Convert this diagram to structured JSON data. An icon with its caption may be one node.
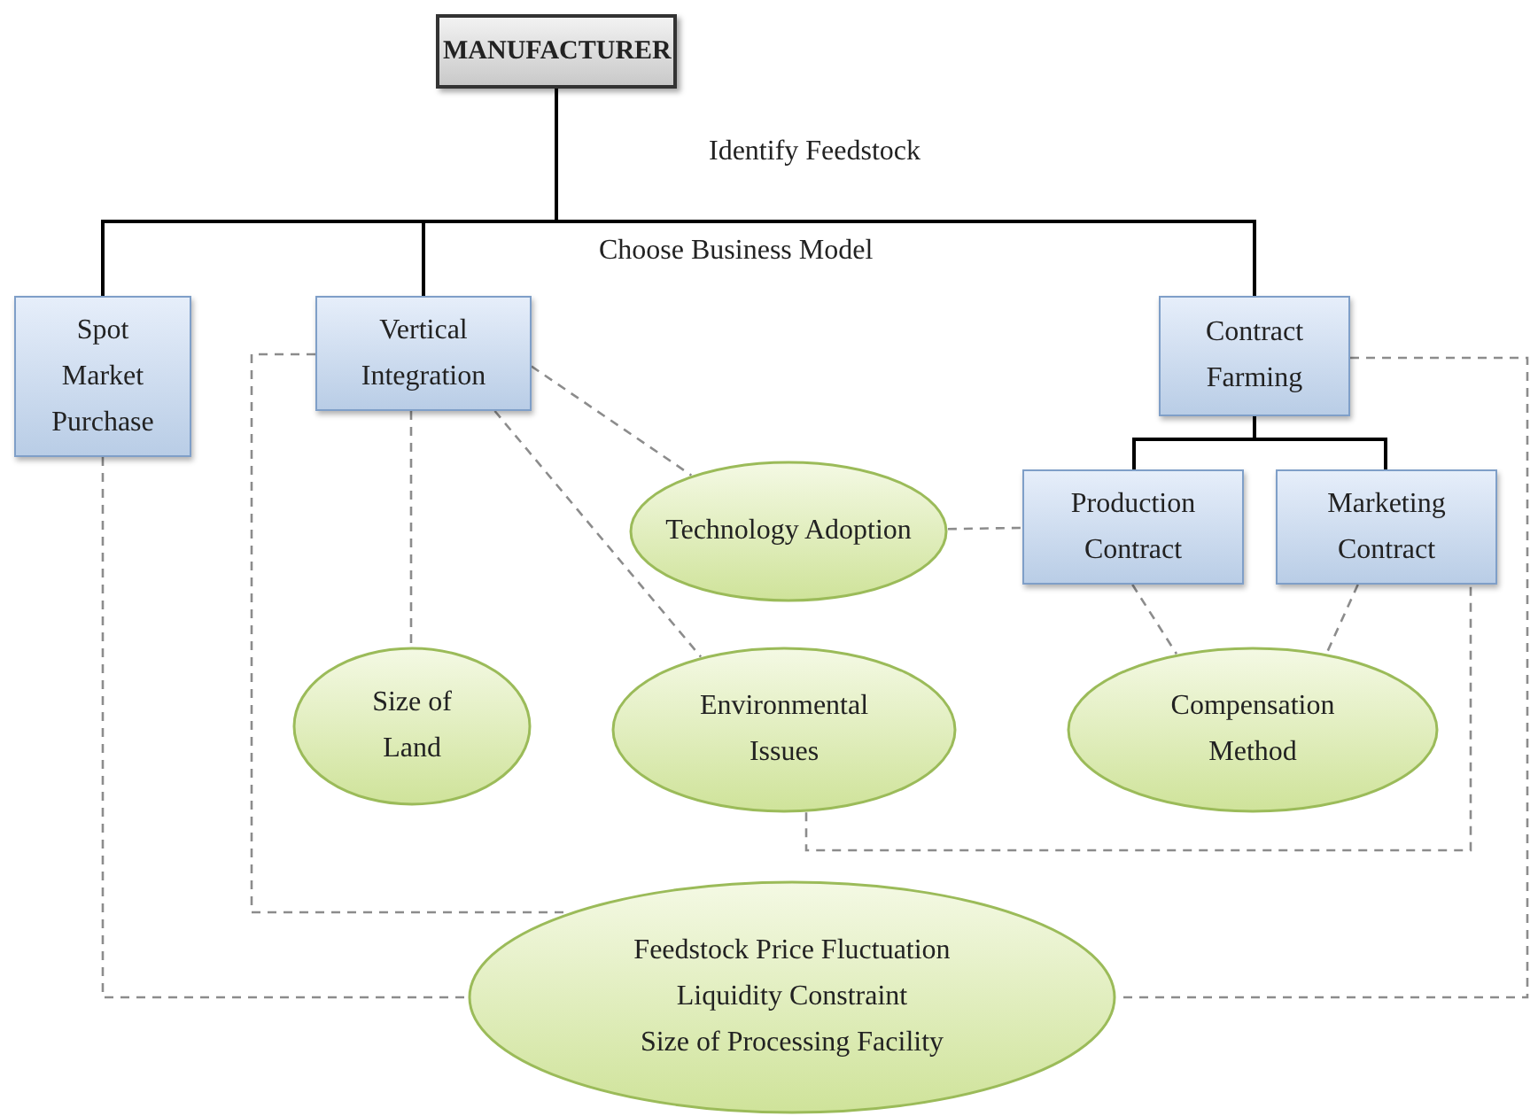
{
  "diagram": {
    "nodes": [
      {
        "text": [
          "MANUFACTURER"
        ]
      },
      {
        "text": [
          "Spot Market Purchase"
        ]
      },
      {
        "text": [
          "Vertical Integration"
        ]
      },
      {
        "text": [
          "Contract Farming"
        ]
      },
      {
        "text": [
          "Technology Adoption"
        ]
      },
      {
        "text": [
          "Production Contract"
        ]
      },
      {
        "text": [
          "Marketing Contract"
        ]
      },
      {
        "text": [
          "Size of Land"
        ]
      },
      {
        "text": [
          "Environmental Issues"
        ]
      },
      {
        "text": [
          "Compensation Method"
        ]
      },
      {
        "text": [
          "Feedstock Price Fluctuation",
          "Liquidity Constraint",
          "Size of Processing Facility"
        ]
      }
    ],
    "edges": [
      {
        "from": 0,
        "to": 1,
        "arrow": "none",
        "color": "#000000"
      },
      {
        "from": 0,
        "to": 2,
        "arrow": "none",
        "color": "#000000"
      },
      {
        "from": 0,
        "to": 3,
        "arrow": "none",
        "color": "#000000"
      },
      {
        "from": 3,
        "to": 5,
        "arrow": "none",
        "color": "#000000"
      },
      {
        "from": 3,
        "to": 6,
        "arrow": "none",
        "color": "#000000"
      },
      {
        "from": 2,
        "to": 4,
        "arrow": "none",
        "style": "dashed",
        "color": "#8c8c8c"
      },
      {
        "from": 2,
        "to": 7,
        "arrow": "none",
        "style": "dashed",
        "color": "#8c8c8c"
      },
      {
        "from": 2,
        "to": 8,
        "arrow": "none",
        "style": "dashed",
        "color": "#8c8c8c"
      },
      {
        "from": 4,
        "to": 5,
        "arrow": "none",
        "style": "dashed",
        "color": "#8c8c8c"
      },
      {
        "from": 5,
        "to": 9,
        "arrow": "none",
        "style": "dashed",
        "color": "#8c8c8c"
      },
      {
        "from": 6,
        "to": 9,
        "arrow": "none",
        "style": "dashed",
        "color": "#8c8c8c"
      },
      {
        "from": 8,
        "to": 6,
        "arrow": "none",
        "style": "dashed",
        "color": "#8c8c8c"
      },
      {
        "from": 2,
        "to": 10,
        "arrow": "none",
        "style": "dashed",
        "color": "#8c8c8c"
      },
      {
        "from": 1,
        "to": 10,
        "arrow": "none",
        "style": "dashed",
        "color": "#8c8c8c"
      },
      {
        "from": 3,
        "to": 10,
        "arrow": "none",
        "style": "dashed",
        "color": "#8c8c8c"
      }
    ],
    "labels": [
      "Identify Feedstock",
      "Choose Business Model"
    ]
  }
}
